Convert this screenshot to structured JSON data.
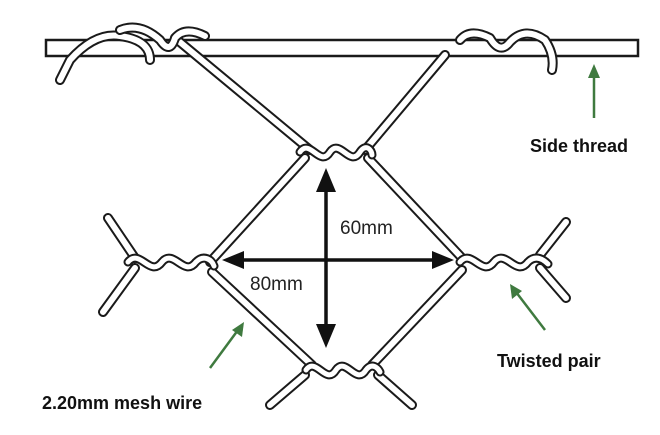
{
  "labels": {
    "side_thread": "Side thread",
    "twisted_pair": "Twisted pair",
    "mesh_wire": "2.20mm mesh wire"
  },
  "dimensions": {
    "height": "60mm",
    "width": "80mm"
  },
  "colors": {
    "wire": "#1a1a1a",
    "leader_arrow": "#3f7a3f",
    "background": "#ffffff"
  }
}
